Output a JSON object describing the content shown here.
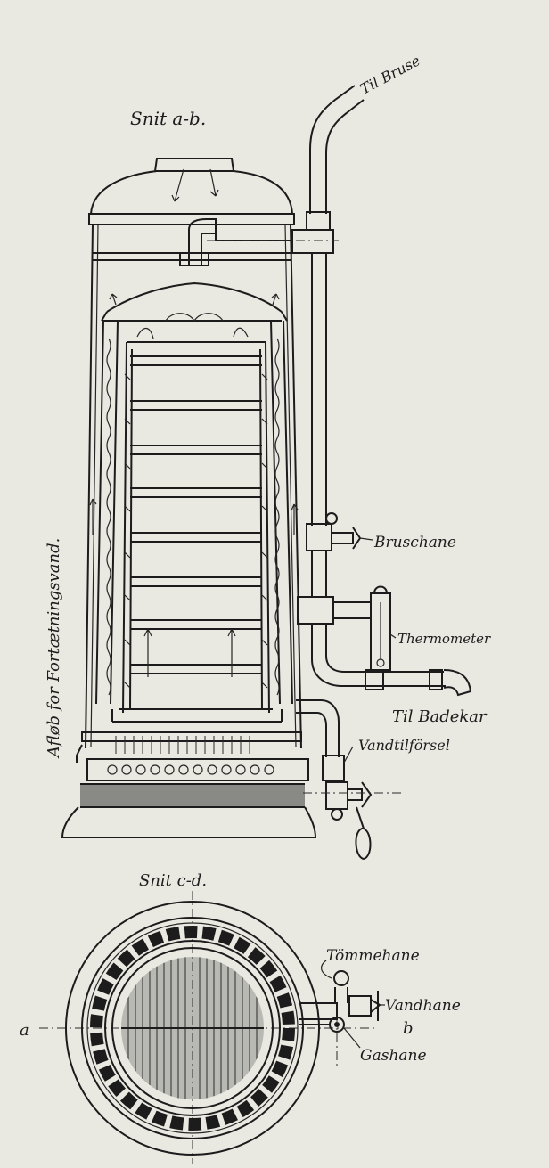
{
  "labels": {
    "section_ab": "Snit a-b.",
    "section_cd": "Snit c-d.",
    "to_shower": "Til Bruse",
    "shower_valve": "Bruschane",
    "thermometer": "Thermometer",
    "to_bathtub": "Til Badekar",
    "water_inlet": "Vandtilförsel",
    "condensate_drain": "Afløb for Fortætningsvand.",
    "drain_valve": "Tömmehane",
    "water_valve": "Vandhane",
    "gas_valve": "Gashane",
    "marker_a": "a",
    "marker_b": "b"
  },
  "colors": {
    "paper": "#e9e8e1",
    "ink": "#1c1c1c"
  }
}
